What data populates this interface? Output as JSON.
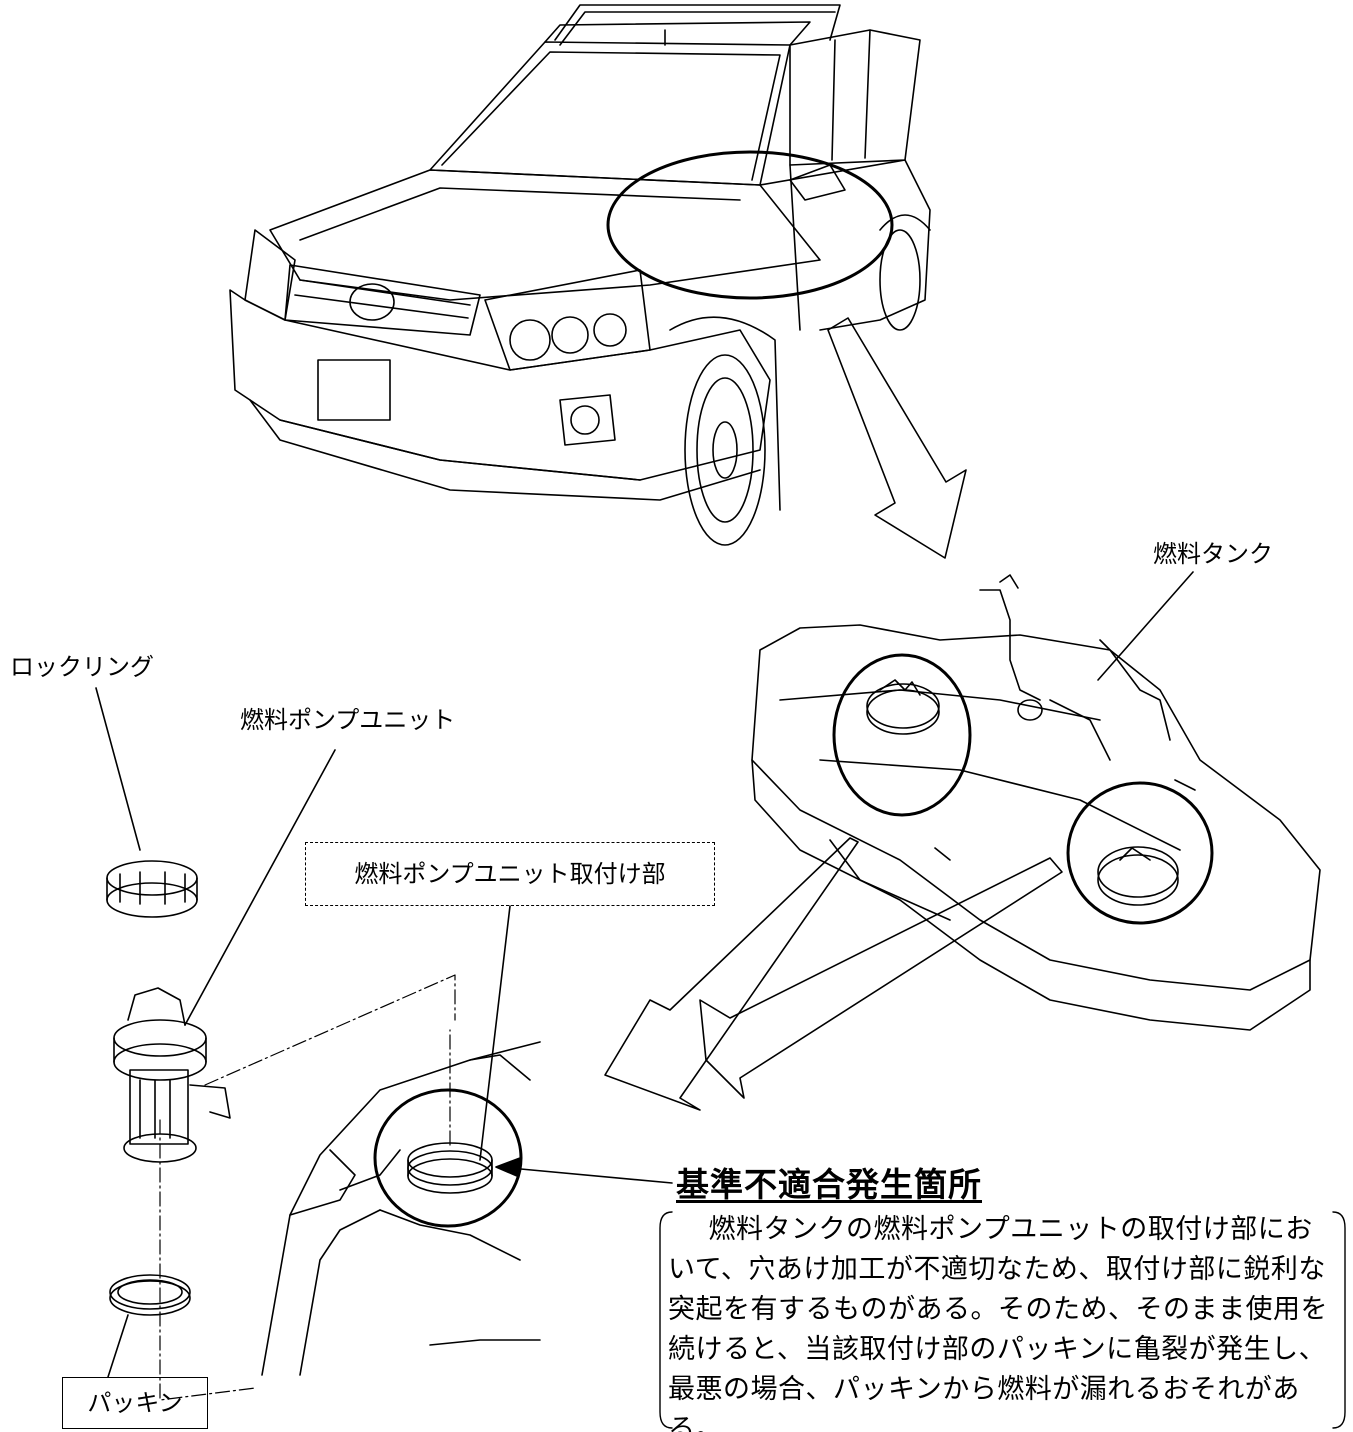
{
  "labels": {
    "fuel_tank": "燃料タンク",
    "lock_ring": "ロックリング",
    "fuel_pump_unit": "燃料ポンプユニット",
    "fuel_pump_mount": "燃料ポンプユニット取付け部",
    "packing": "パッキン"
  },
  "defect": {
    "title": "基準不適合発生箇所",
    "description": "燃料タンクの燃料ポンプユニットの取付け部において、穴あけ加工が不適切なため、取付け部に鋭利な突起を有するものがある。そのため、そのまま使用を続けると、当該取付け部のパッキンに亀裂が発生し、最悪の場合、パッキンから燃料が漏れるおそれがある。"
  },
  "colors": {
    "line": "#000000",
    "background": "#ffffff"
  }
}
